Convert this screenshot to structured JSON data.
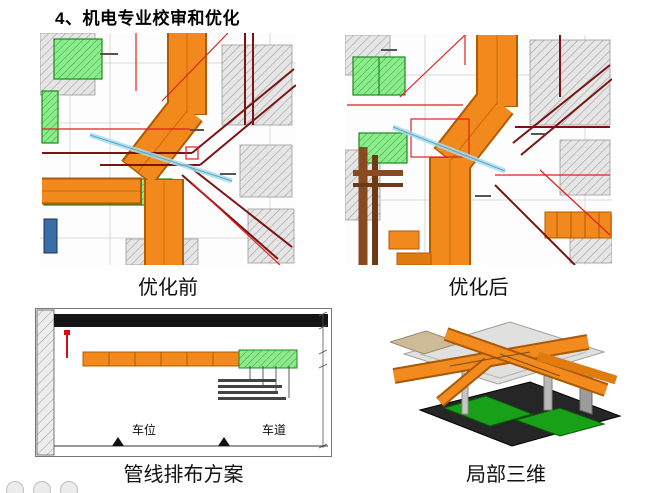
{
  "page": {
    "title": "4、机电专业校审和优化"
  },
  "panels": {
    "before": {
      "caption": "优化前"
    },
    "after": {
      "caption": "优化后"
    },
    "plan": {
      "caption": "管线排布方案",
      "label_parking": "车位",
      "label_lane": "车道"
    },
    "three_d": {
      "caption": "局部三维"
    }
  },
  "colors": {
    "duct_orange": "#F2891D",
    "duct_orange_dark": "#B05B00",
    "pipe_maroon": "#7A1414",
    "line_red": "#E02020",
    "area_green": "#8CEB8C",
    "area_green_border": "#1D8A1D",
    "model_green": "#18A018",
    "wall_gray": "#9F9F9F",
    "beam_black": "#151515",
    "equipment_blue": "#3A6EA8",
    "pipe_brown": "#8A4A1F",
    "line_cyan": "#A8DCEC"
  }
}
